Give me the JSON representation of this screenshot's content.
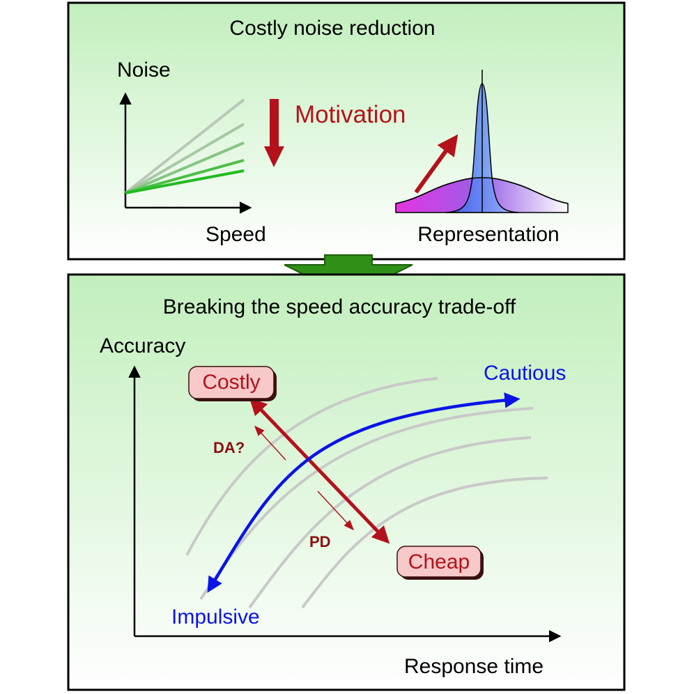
{
  "top_panel": {
    "title": "Costly noise reduction",
    "y_axis_label": "Noise",
    "x_axis_label": "Speed",
    "motivation_label": "Motivation",
    "representation_label": "Representation"
  },
  "bottom_panel": {
    "title": "Breaking the speed accuracy trade-off",
    "y_axis_label": "Accuracy",
    "x_axis_label": "Response time",
    "costly_label": "Costly",
    "cheap_label": "Cheap",
    "cautious_label": "Cautious",
    "impulsive_label": "Impulsive",
    "da_label": "DA?",
    "pd_label": "PD"
  },
  "colors": {
    "panel_bg_top": "#c4f0bf",
    "panel_bg_bottom": "#ffffff",
    "dark_red": "#b4121b",
    "blue": "#0a14e6",
    "green": "#22bb22",
    "gray_curve": "#c8c8c8",
    "badge_fill": "#f7c9c9",
    "transition_arrow": "#2b8a14"
  },
  "icons": {
    "down_arrow": "down-arrow-icon",
    "transition_arrow": "big-green-down-arrow-icon"
  }
}
